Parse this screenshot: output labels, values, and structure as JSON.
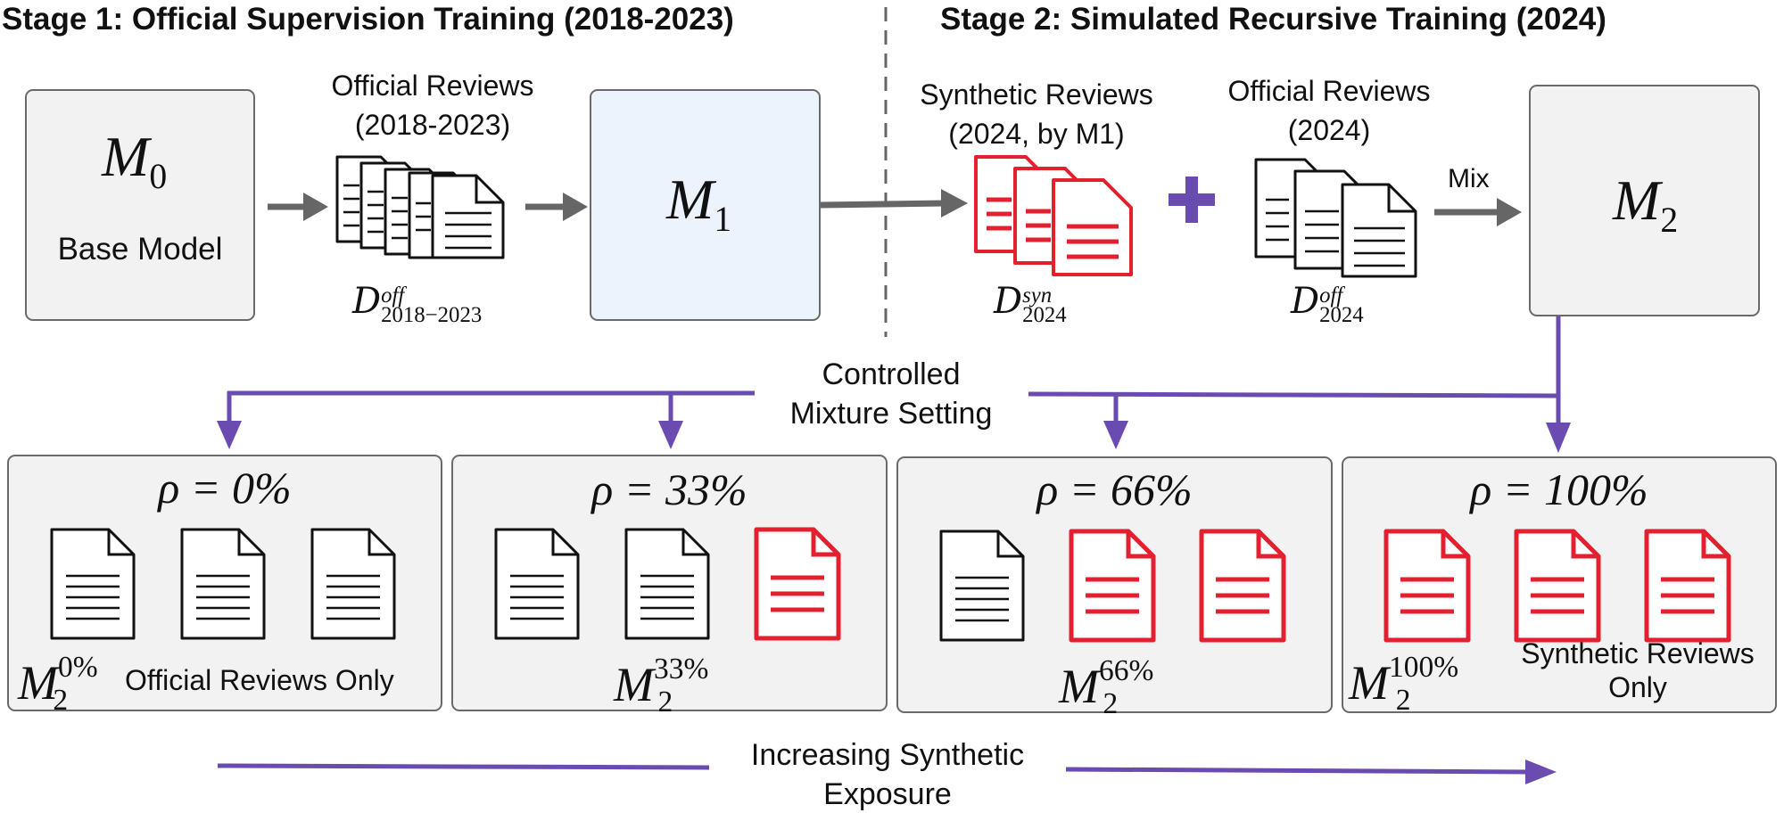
{
  "colors": {
    "arrow_gray": "#666666",
    "purple": "#6a4bb0",
    "synthetic_red": "#e2202f",
    "teal": "#18454a",
    "m1_fill": "#edf3fc",
    "box_fill": "#f2f2f2"
  },
  "stage1": {
    "title": "Stage 1: Official Supervision Training (2018-2023)"
  },
  "stage2": {
    "title": "Stage 2: Simulated Recursive Training (2024)"
  },
  "m0": {
    "symbol": "M",
    "sub": "0",
    "label": "Base Model"
  },
  "m1": {
    "symbol": "M",
    "sub": "1"
  },
  "m2": {
    "symbol": "M",
    "sub": "2"
  },
  "official_2018": {
    "line1": "Official Reviews",
    "line2": "(2018-2023)",
    "dataset_letter": "D",
    "dataset_sup": "off",
    "dataset_sub": "2018−2023"
  },
  "synthetic_2024": {
    "line1": "Synthetic Reviews",
    "line2": "(2024, by M1)",
    "dataset_letter": "D",
    "dataset_sup": "syn",
    "dataset_sub": "2024"
  },
  "official_2024": {
    "line1": "Official Reviews",
    "line2": "(2024)",
    "dataset_letter": "D",
    "dataset_sup": "off",
    "dataset_sub": "2024"
  },
  "mix_label": "Mix",
  "mixture": {
    "line1": "Controlled",
    "line2": "Mixture Setting"
  },
  "settings": [
    {
      "rho": "ρ = 0%",
      "model_sup": "0%",
      "caption": "Official Reviews Only",
      "synthetic_fraction": 0
    },
    {
      "rho": "ρ = 33%",
      "model_sup": "33%",
      "caption": "",
      "synthetic_fraction": 0.33
    },
    {
      "rho": "ρ = 66%",
      "model_sup": "66%",
      "caption": "",
      "synthetic_fraction": 0.66
    },
    {
      "rho": "ρ = 100%",
      "model_sup": "100%",
      "caption": "Synthetic Reviews Only",
      "synthetic_fraction": 1
    }
  ],
  "exposure": {
    "line1": "Increasing Synthetic",
    "line2": "Exposure"
  }
}
